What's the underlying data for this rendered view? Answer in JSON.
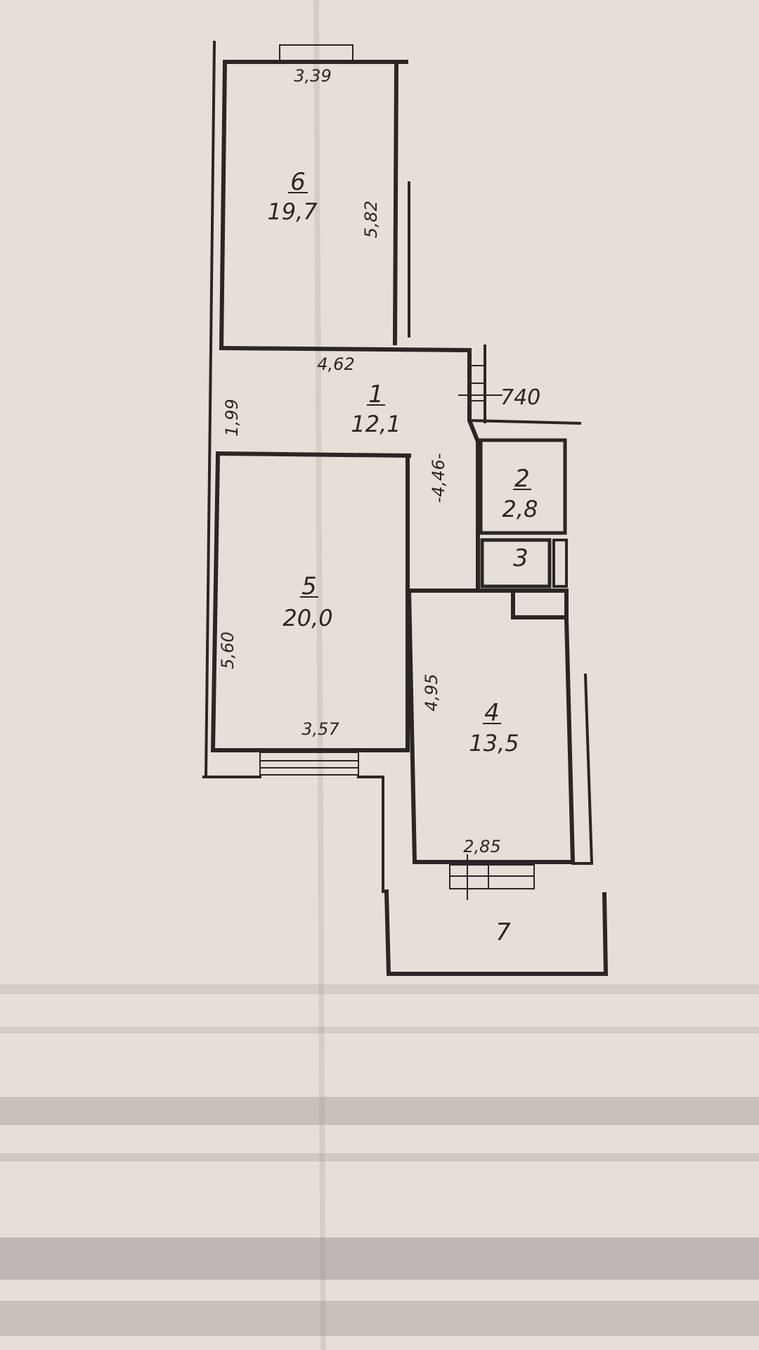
{
  "rooms": [
    {
      "id": "6",
      "area": "19,7"
    },
    {
      "id": "1",
      "area": "12,1"
    },
    {
      "id": "2",
      "area": "2,8"
    },
    {
      "id": "3",
      "area": ""
    },
    {
      "id": "5",
      "area": "20,0"
    },
    {
      "id": "4",
      "area": "13,5"
    },
    {
      "id": "7",
      "area": ""
    }
  ],
  "dimensions": {
    "room6_top": "3,39",
    "room6_side": "5,82",
    "room1_top": "4,62",
    "room1_left": "1,99",
    "room1_right": "-4,46-",
    "stair_mark": "740",
    "room5_left": "5,60",
    "room5_bottom": "3,57",
    "room4_left": "4,95",
    "room4_bottom": "2,85"
  }
}
